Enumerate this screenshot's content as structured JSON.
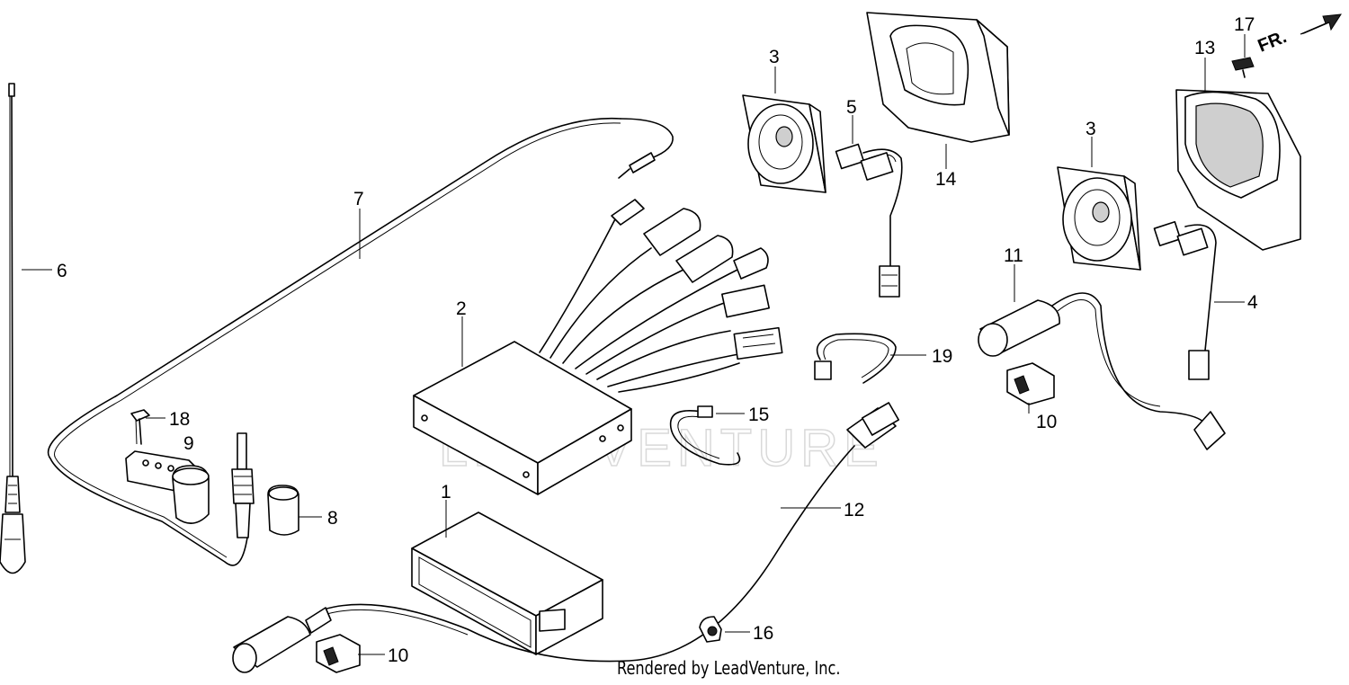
{
  "diagram": {
    "direction_label": "FR.",
    "watermark": "LEADVENTURE",
    "credit": "Rendered by LeadVenture, Inc.",
    "callouts": {
      "c1": "1",
      "c2": "2",
      "c3a": "3",
      "c3b": "3",
      "c4": "4",
      "c5": "5",
      "c6": "6",
      "c7": "7",
      "c8": "8",
      "c9": "9",
      "c10a": "10",
      "c10b": "10",
      "c11": "11",
      "c12": "12",
      "c13": "13",
      "c14": "14",
      "c15": "15",
      "c16": "16",
      "c17": "17",
      "c18": "18",
      "c19": "19"
    }
  }
}
